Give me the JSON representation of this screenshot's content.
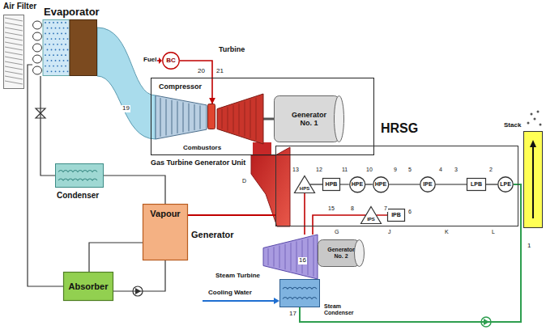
{
  "diagram": {
    "nodes": [
      {
        "text": [
          "Air Filter"
        ]
      },
      {
        "text": [
          "Evaporator"
        ]
      },
      {
        "text": [
          "BC"
        ]
      },
      {
        "text": [
          "Gas Turbine Generator Unit"
        ]
      },
      {
        "text": [
          "Compressor"
        ],
        "in": 3
      },
      {
        "text": [
          "Combustors"
        ],
        "in": 3
      },
      {
        "text": [
          "Turbine"
        ],
        "in": 3
      },
      {
        "text": [
          "Generator No. 1"
        ],
        "in": 3
      },
      {
        "text": [
          "HRSG"
        ]
      },
      {
        "text": [
          "HPS"
        ],
        "in": 8
      },
      {
        "text": [
          "HPB"
        ],
        "in": 8
      },
      {
        "text": [
          "HPE"
        ],
        "in": 8
      },
      {
        "text": [
          "HPE"
        ],
        "in": 8
      },
      {
        "text": [
          "IPE"
        ],
        "in": 8
      },
      {
        "text": [
          "LPB"
        ],
        "in": 8
      },
      {
        "text": [
          "LPE"
        ],
        "in": 8
      },
      {
        "text": [
          "IPS"
        ],
        "in": 8
      },
      {
        "text": [
          "IPB"
        ],
        "in": 8
      },
      {
        "text": [
          "Stack"
        ]
      },
      {
        "text": [
          "Condenser"
        ]
      },
      {
        "text": [
          "Vapour",
          "Generator"
        ]
      },
      {
        "text": [
          "Absorber"
        ]
      },
      {
        "text": [
          "Steam Turbine"
        ]
      },
      {
        "text": [
          "Generator No. 2"
        ]
      },
      {
        "text": [
          "Steam Condenser"
        ]
      }
    ],
    "edges": [
      {
        "from": 2,
        "to": 5,
        "arrow": "to"
      },
      {
        "from": 19,
        "to": 1,
        "arrow": "none"
      },
      {
        "from": 1,
        "to": 21,
        "arrow": "none"
      },
      {
        "from": 20,
        "to": 19,
        "arrow": "none"
      },
      {
        "from": 21,
        "to": 20,
        "arrow": "none"
      },
      {
        "from": 20,
        "to": 21,
        "arrow": "none"
      },
      {
        "from": 8,
        "to": 20,
        "arrow": "none"
      },
      {
        "from": 15,
        "to": 14,
        "arrow": "none"
      },
      {
        "from": 14,
        "to": 13,
        "arrow": "none"
      },
      {
        "from": 13,
        "to": 12,
        "arrow": "none"
      },
      {
        "from": 12,
        "to": 11,
        "arrow": "none"
      },
      {
        "from": 11,
        "to": 10,
        "arrow": "none"
      },
      {
        "from": 10,
        "to": 9,
        "arrow": "none"
      },
      {
        "from": 17,
        "to": 16,
        "arrow": "none"
      },
      {
        "from": 9,
        "to": 22,
        "arrow": "none"
      },
      {
        "from": 16,
        "to": 22,
        "arrow": "none"
      },
      {
        "from": 24,
        "to": 15,
        "arrow": "none"
      }
    ],
    "labels": [
      "Fuel",
      "19",
      "20",
      "21",
      "D",
      "13",
      "12",
      "11",
      "10",
      "9",
      "5",
      "4",
      "3",
      "2",
      "8",
      "7",
      "6",
      "15",
      "G",
      "J",
      "K",
      "L",
      "16",
      "Cooling Water",
      "17",
      "1"
    ]
  }
}
